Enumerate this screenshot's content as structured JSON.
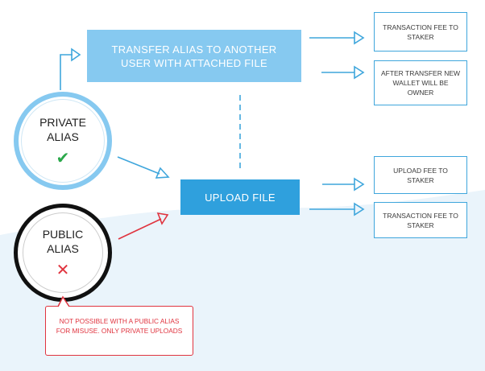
{
  "colors": {
    "accent_blue": "#3fa6dc",
    "light_blue_box": "#86c9f0",
    "dark_blue_box": "#2fa0dd",
    "ok_green": "#2aa84a",
    "error_red": "#e0343f",
    "bg_wave": "#eaf4fb"
  },
  "nodes": {
    "transfer": "TRANSFER ALIAS TO ANOTHER USER WITH ATTACHED FILE",
    "upload": "UPLOAD FILE",
    "private_alias": "PRIVATE ALIAS",
    "public_alias": "PUBLIC ALIAS",
    "transfer_fee": "TRANSACTION FEE TO STAKER",
    "after_transfer": "AFTER TRANSFER NEW WALLET WILL BE OWNER",
    "upload_fee": "UPLOAD FEE TO STAKER",
    "upload_tx_fee": "TRANSACTION FEE TO STAKER",
    "warning": "NOT POSSIBLE WITH A PUBLIC ALIAS FOR MISUSE. ONLY PRIVATE UPLOADS"
  },
  "icons": {
    "private_mark": "check-icon",
    "public_mark": "cross-icon"
  }
}
